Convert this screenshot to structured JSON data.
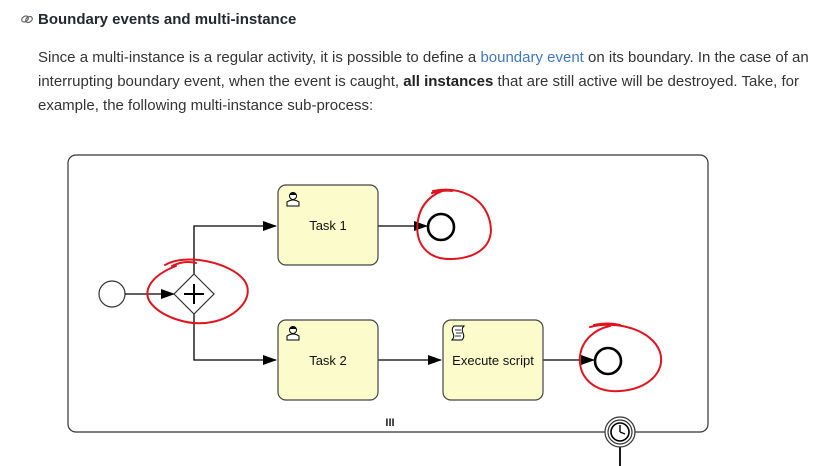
{
  "section": {
    "heading": "Boundary events and multi-instance",
    "link_icon": "link-icon"
  },
  "paragraph": {
    "part1": "Since a multi-instance is a regular activity, it is possible to define a ",
    "link_text": "boundary event",
    "part2": " on its boundary. In the case of an interrupting boundary event, when the event is caught, ",
    "bold_text": "all instances",
    "part3": " that are still active will be destroyed. Take, for example, the following multi-instance sub-process:"
  },
  "diagram": {
    "task1_label": "Task 1",
    "task2_label": "Task 2",
    "script_task_label": "Execute script",
    "multi_instance_marker": "III",
    "task_icon": "user-task-icon",
    "script_icon": "script-task-icon",
    "gateway_icon": "parallel-gateway-icon",
    "timer_icon": "timer-boundary-event-icon",
    "annotation_color": "#e0141e",
    "task_fill": "#fbfbcc",
    "accent_link": "#4078c0"
  }
}
